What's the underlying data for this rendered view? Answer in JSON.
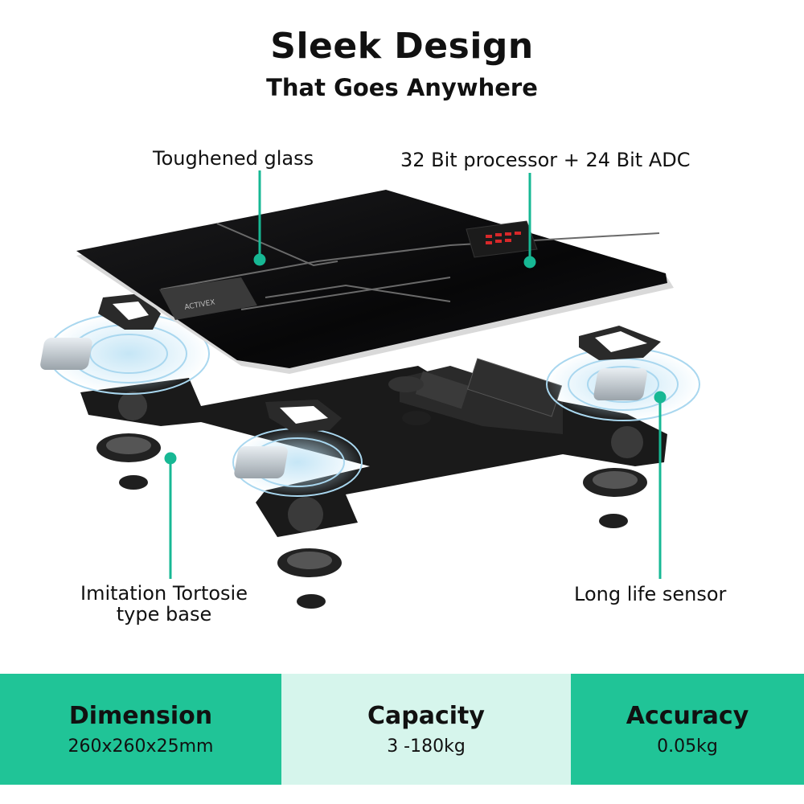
{
  "header": {
    "title": "Sleek Design",
    "subtitle": "That Goes Anywhere"
  },
  "callouts": {
    "glass": "Toughened glass",
    "processor": "32 Bit processor  +  24 Bit ADC",
    "base_line1": "Imitation Tortosie",
    "base_line2": "type base",
    "sensor": "Long life sensor"
  },
  "brand_mark": "ACTIVEX",
  "specs": [
    {
      "label": "Dimension",
      "value": "260x260x25mm"
    },
    {
      "label": "Capacity",
      "value": "3 -180kg"
    },
    {
      "label": "Accuracy",
      "value": "0.05kg"
    }
  ],
  "colors": {
    "accent": "#20c497",
    "accent_light": "#d6f5ec",
    "pointer": "#17b894",
    "glass": "#0c0c0d",
    "frame": "#1a1a1a",
    "sensor_glow": "#a9d7ef",
    "display_led": "#d8282a"
  }
}
